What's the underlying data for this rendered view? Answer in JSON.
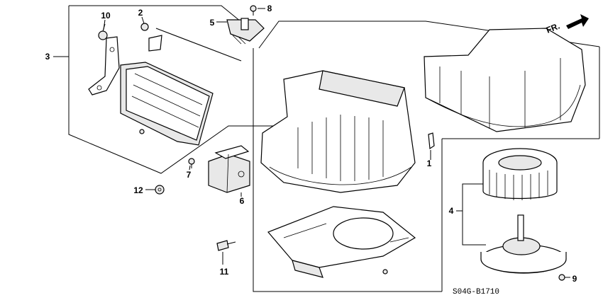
{
  "callouts": {
    "c1": "1",
    "c2": "2",
    "c3": "3",
    "c4": "4",
    "c5": "5",
    "c6": "6",
    "c7": "7",
    "c8": "8",
    "c9": "9",
    "c10": "10",
    "c11": "11",
    "c12": "12"
  },
  "direction_label": "FR.",
  "diagram_code": "S04G-B1710"
}
